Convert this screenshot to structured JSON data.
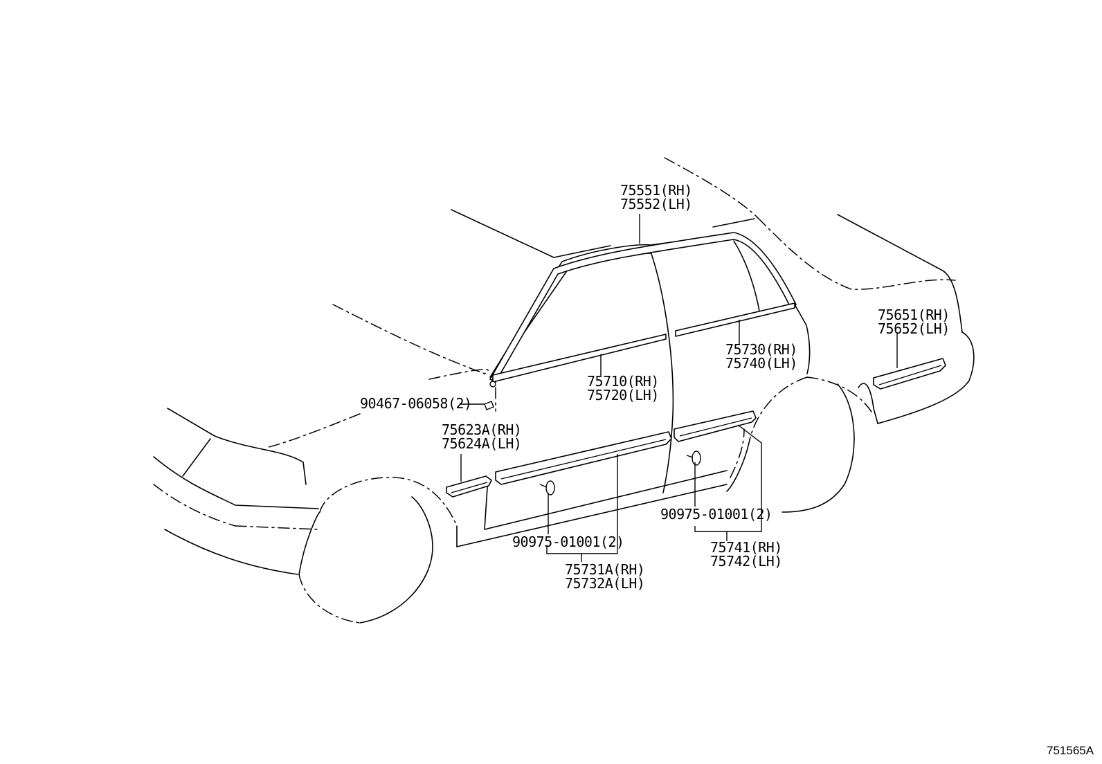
{
  "diagram": {
    "diagram_id": "751565A",
    "callouts": {
      "roof_moulding": [
        "75551(RH)",
        "75552(LH)"
      ],
      "front_belt_moulding": [
        "75710(RH)",
        "75720(LH)"
      ],
      "rear_belt_moulding": [
        "75730(RH)",
        "75740(LH)"
      ],
      "quarter_moulding": [
        "75651(RH)",
        "75652(LH)"
      ],
      "fender_moulding": [
        "75623A(RH)",
        "75624A(LH)"
      ],
      "front_door_moulding": [
        "75731A(RH)",
        "75732A(LH)"
      ],
      "rear_door_moulding": [
        "75741(RH)",
        "75742(LH)"
      ],
      "screw": "90467-06058(2)",
      "front_clip": "90975-01001(2)",
      "rear_clip": "90975-01001(2)"
    }
  }
}
